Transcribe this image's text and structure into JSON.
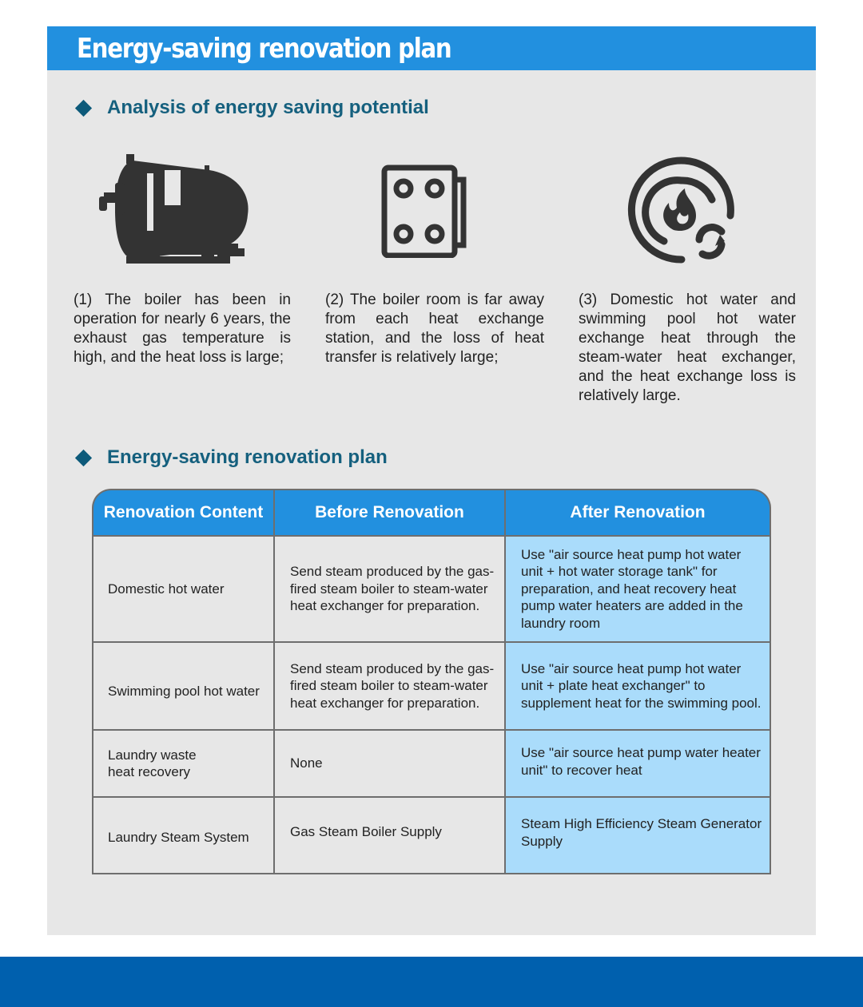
{
  "header": {
    "title": "Energy-saving renovation plan"
  },
  "section1": {
    "title": "Analysis of energy saving potential",
    "items": [
      {
        "icon": "boiler-icon",
        "text": "(1) The boiler has been in operation for nearly 6 years, the exhaust gas temperature is high, and the heat loss is large;"
      },
      {
        "icon": "heat-exchanger-icon",
        "text": "(2) The boiler room is far away from each heat exchange station, and the loss of heat transfer is relatively large;"
      },
      {
        "icon": "flame-recycle-icon",
        "text": "(3) Domestic hot water and swimming pool hot water exchange heat through the steam-water heat exchanger, and the heat exchange loss is relatively large."
      }
    ]
  },
  "section2": {
    "title": "Energy-saving renovation plan",
    "table": {
      "headers": [
        "Renovation Content",
        "Before Renovation",
        "After Renovation"
      ],
      "rows": [
        [
          "Domestic hot water",
          "Send steam produced by the gas-fired steam boiler to steam-water heat exchanger for preparation.",
          "Use \"air source heat pump hot water unit + hot water storage tank\"  for preparation, and heat recovery heat pump water heaters are added in the laundry room"
        ],
        [
          "Swimming pool hot water",
          "Send steam produced by the gas-fired steam boiler to steam-water heat exchanger for preparation.",
          "Use \"air source heat pump hot water unit + plate heat exchanger\" to supplement heat for the swimming pool."
        ],
        [
          "Laundry waste heat recovery",
          "None",
          "Use \"air source heat pump water heater unit\" to recover heat"
        ],
        [
          "Laundry Steam System",
          "Gas Steam Boiler Supply",
          "Steam High Efficiency Steam Generator Supply"
        ]
      ]
    }
  },
  "colors": {
    "title_bar": "#2290df",
    "section_title": "#15607e",
    "after_cell": "#aadcfb",
    "footer": "#0060ae",
    "panel": "#e7e7e7"
  }
}
